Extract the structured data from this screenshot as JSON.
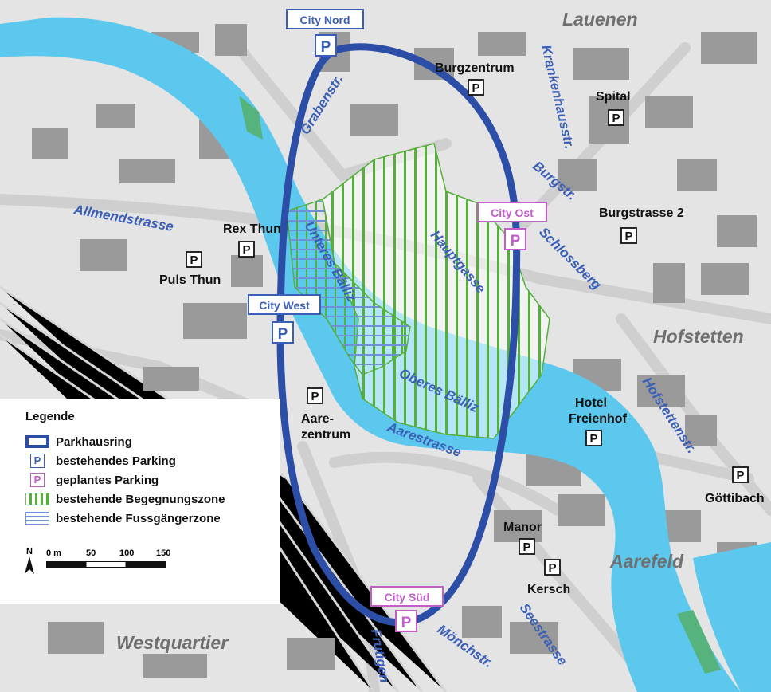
{
  "map": {
    "districts": {
      "lauenen": "Lauenen",
      "hofstetten": "Hofstetten",
      "aarefeld": "Aarefeld",
      "westquartier": "Westquartier"
    },
    "streets": {
      "grabenstr": "Grabenstr.",
      "krankenhausstr": "Krankenhausstr.",
      "burgstr": "Burgstr.",
      "allmendstrasse": "Allmendstrasse",
      "schlossberg": "Schlossberg",
      "hauptgasse": "Hauptgasse",
      "unteres_baelliz": "Unteres Bälliz",
      "oberes_baelliz": "Oberes Bälliz",
      "aarestrasse": "Aarestrasse",
      "hofstettenstr": "Hofstettenstr.",
      "frutigen": "Frutigen",
      "moenchstr": "Mönchstr.",
      "seestrasse": "Seestrasse"
    },
    "ring_parkings": {
      "city_nord": "City Nord",
      "city_west": "City West",
      "city_ost": "City Ost",
      "city_sued": "City Süd"
    },
    "parkings": {
      "burgzentrum": "Burgzentrum",
      "spital": "Spital",
      "burgstrasse_2": "Burgstrasse 2",
      "rex_thun": "Rex Thun",
      "puls_thun": "Puls Thun",
      "aarezentrum_1": "Aare-",
      "aarezentrum_2": "zentrum",
      "hotel_freienhof_1": "Hotel",
      "hotel_freienhof_2": "Freienhof",
      "goettibach": "Göttibach",
      "manor": "Manor",
      "kersch": "Kersch"
    },
    "p_symbol": "P",
    "colors": {
      "ring": "#2d4ea6",
      "existing_parking": "#3b5fb6",
      "planned_parking": "#c15ec8",
      "river": "#5cc8ee",
      "zone": "#55b03a",
      "fussgaenger": "#6f8fd6"
    }
  },
  "legend": {
    "title": "Legende",
    "items": [
      {
        "label": "Parkhausring"
      },
      {
        "label": "bestehendes Parking",
        "symbol": "P"
      },
      {
        "label": "geplantes Parking",
        "symbol": "P"
      },
      {
        "label": "bestehende Begegnungszone"
      },
      {
        "label": "bestehende Fussgängerzone"
      }
    ],
    "north": "N",
    "scale": {
      "labels": [
        "0 m",
        "50",
        "100",
        "150"
      ]
    }
  }
}
